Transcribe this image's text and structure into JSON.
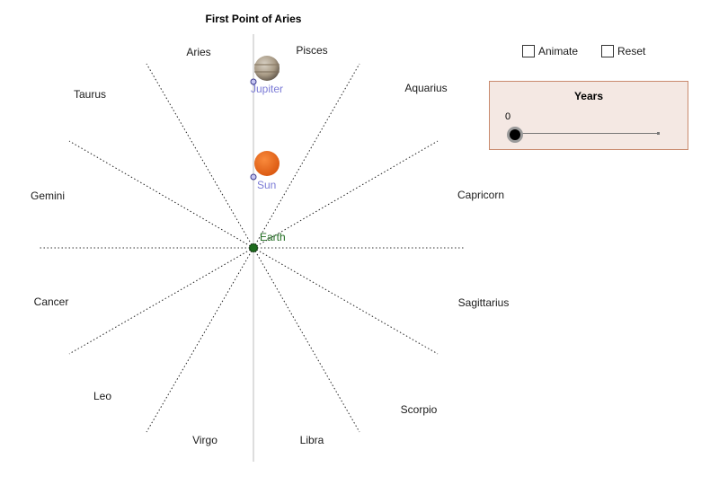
{
  "title": "First Point of Aries",
  "zodiac": [
    {
      "name": "Aries"
    },
    {
      "name": "Pisces"
    },
    {
      "name": "Aquarius"
    },
    {
      "name": "Capricorn"
    },
    {
      "name": "Sagittarius"
    },
    {
      "name": "Scorpio"
    },
    {
      "name": "Libra"
    },
    {
      "name": "Virgo"
    },
    {
      "name": "Leo"
    },
    {
      "name": "Cancer"
    },
    {
      "name": "Gemini"
    },
    {
      "name": "Taurus"
    }
  ],
  "bodies": {
    "jupiter": {
      "label": "Jupiter",
      "color": "#7b7bd6"
    },
    "sun": {
      "label": "Sun",
      "color": "#7b7bd6"
    },
    "earth": {
      "label": "Earth",
      "color": "#1e6b1e"
    }
  },
  "controls": {
    "animate_label": "Animate",
    "reset_label": "Reset",
    "animate_checked": false,
    "reset_checked": false
  },
  "slider": {
    "title": "Years",
    "value": 0,
    "fraction": 0
  }
}
